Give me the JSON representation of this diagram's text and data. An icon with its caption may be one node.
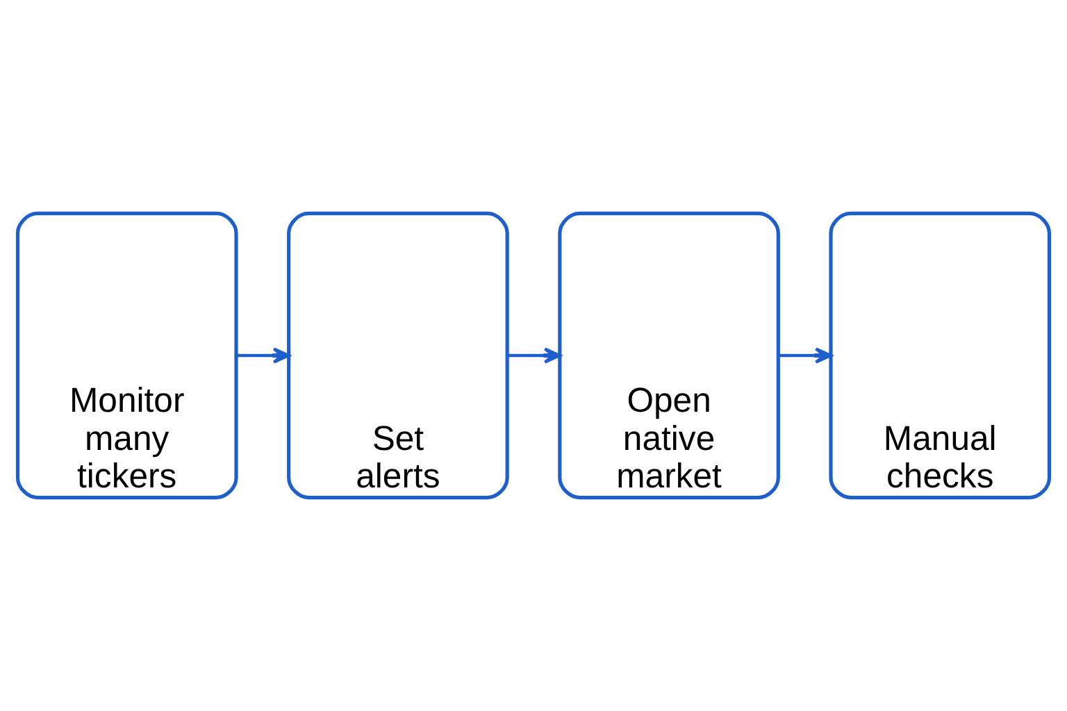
{
  "diagram": {
    "nodes": [
      {
        "text": [
          "Monitor many tickers"
        ]
      },
      {
        "text": [
          "Set alerts"
        ]
      },
      {
        "text": [
          "Open native market"
        ]
      },
      {
        "text": [
          "Manual checks"
        ]
      }
    ],
    "edges": [
      {
        "from": 0,
        "to": 1,
        "arrow": "to"
      },
      {
        "from": 1,
        "to": 2,
        "arrow": "to"
      },
      {
        "from": 2,
        "to": 3,
        "arrow": "to"
      }
    ]
  }
}
